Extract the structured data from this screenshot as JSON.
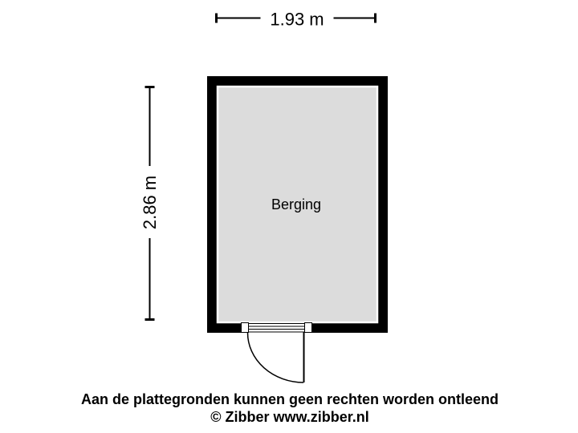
{
  "plan": {
    "room": {
      "label": "Berging"
    },
    "dimensions": {
      "width_label": "1.93 m",
      "height_label": "2.86 m"
    }
  },
  "footer": {
    "disclaimer": "Aan de plattegronden kunnen geen rechten worden ontleend",
    "credit": "© Zibber www.zibber.nl"
  },
  "colors": {
    "wall": "#000000",
    "floor_fill": "#dcdcdc",
    "floor_highlight": "#ffffff",
    "line": "#000000",
    "label_box": "#ffffff",
    "text": "#000000",
    "background": "#ffffff"
  }
}
